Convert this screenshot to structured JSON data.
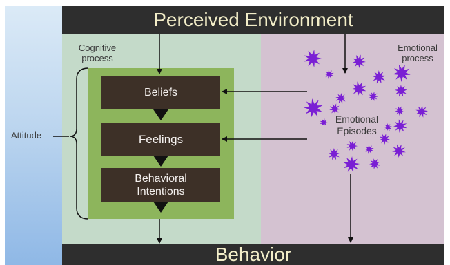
{
  "colors": {
    "bar": "#2e2e2e",
    "bar_text": "#f2edc8",
    "cognitive_bg": "#c4dac9",
    "emotional_bg": "#d4c2d1",
    "green_panel": "#8db55c",
    "box": "#3d3027",
    "burst": "#7a1fd4"
  },
  "header": {
    "title": "Perceived Environment"
  },
  "footer": {
    "title": "Behavior"
  },
  "cognitive": {
    "label": "Cognitive\nprocess",
    "boxes": [
      "Beliefs",
      "Feelings",
      "Behavioral\nIntentions"
    ]
  },
  "emotional": {
    "label": "Emotional\nprocess",
    "episodes_label": "Emotional\nEpisodes"
  },
  "attitude": {
    "label": "Attitude"
  },
  "icons": {
    "burst": "purple-starburst-icon",
    "arrow": "arrow-icon"
  }
}
